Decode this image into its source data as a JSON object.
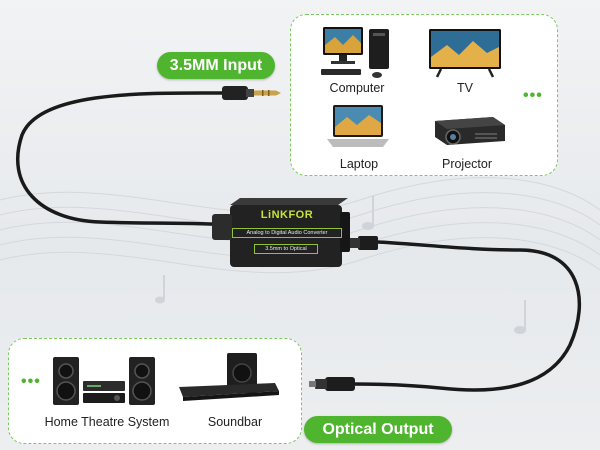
{
  "labels": {
    "input": "3.5MM Input",
    "output": "Optical Output"
  },
  "converter": {
    "brand": "LiNKFOR",
    "subtitle": "Analog to Digital Audio Converter",
    "tag": "3.5mm to Optical"
  },
  "sources": {
    "items": [
      {
        "label": "Computer",
        "icon": "computer-icon"
      },
      {
        "label": "TV",
        "icon": "tv-icon"
      },
      {
        "label": "Laptop",
        "icon": "laptop-icon"
      },
      {
        "label": "Projector",
        "icon": "projector-icon"
      }
    ],
    "more": "•••"
  },
  "outputs": {
    "items": [
      {
        "label": "Home Theatre System",
        "icon": "home-theatre-icon"
      },
      {
        "label": "Soundbar",
        "icon": "soundbar-icon"
      }
    ],
    "more": "•••"
  },
  "colors": {
    "accent": "#4fb52f",
    "cable": "#1a1a1a",
    "converter_body": "#222222",
    "brand_text": "#c8e03a"
  }
}
